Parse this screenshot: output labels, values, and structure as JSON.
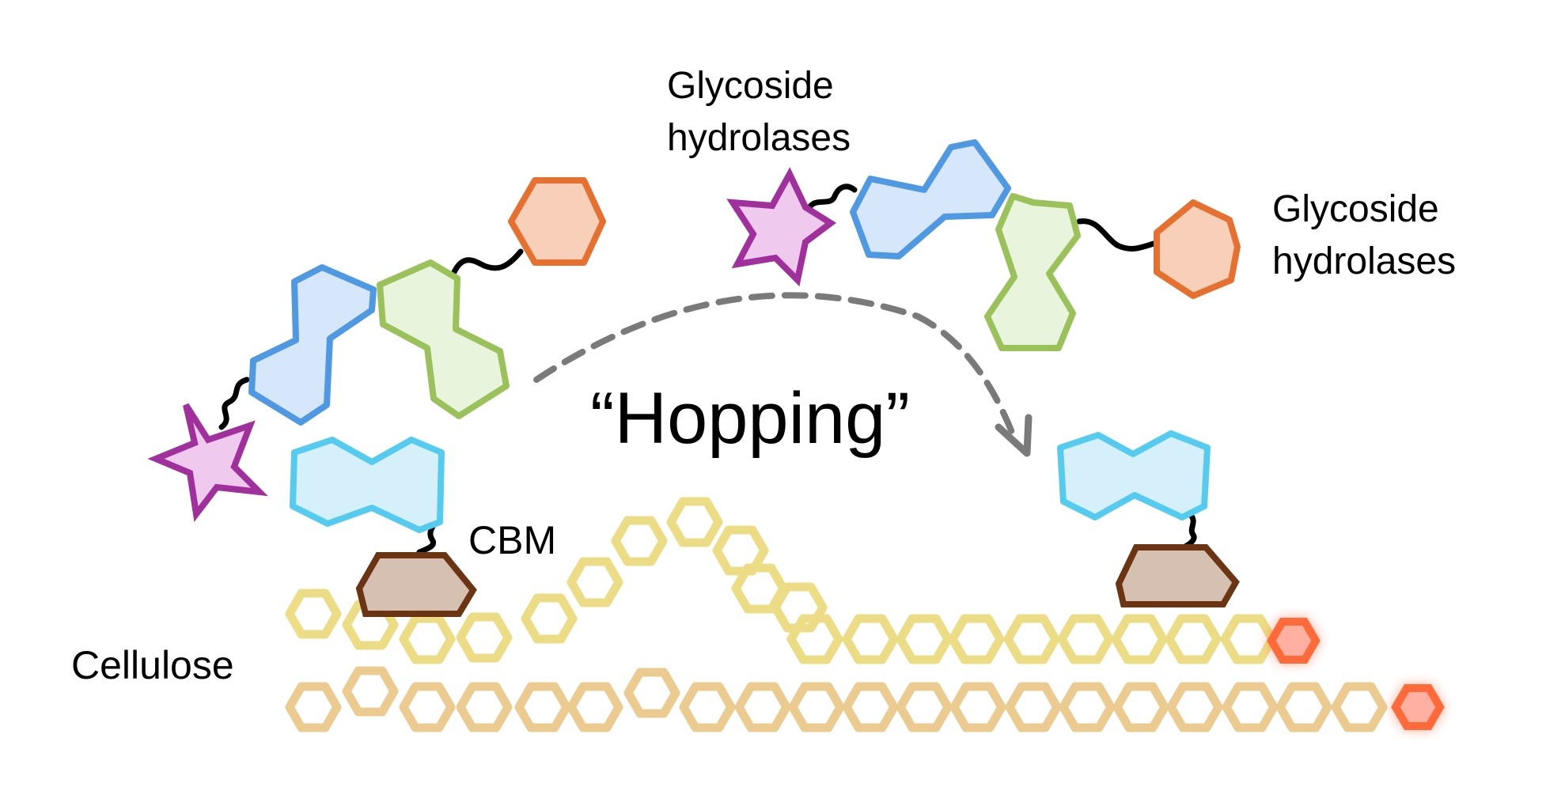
{
  "labels": {
    "glycoside_top": [
      "Glycoside",
      "hydrolases"
    ],
    "glycoside_right": [
      "Glycoside",
      "hydrolases"
    ],
    "hopping": "“Hopping”",
    "cbm": "CBM",
    "cellulose": "Cellulose"
  },
  "colors": {
    "star_stroke": "#a0309c",
    "star_fill": "#efc9ee",
    "blue_stroke": "#4f98e2",
    "blue_fill": "#d6e6fb",
    "green_stroke": "#9bc25a",
    "green_fill": "#e8f4dc",
    "orange_stroke": "#e6702f",
    "orange_fill": "#f8cfb8",
    "cbm_stroke": "#56cbf0",
    "cbm_fill": "#d6f0fb",
    "anchor_stroke": "#6b3413",
    "anchor_fill": "#d5c0b2",
    "cellulose_top": "#ebd772",
    "cellulose_bottom": "#e9c27e",
    "end_glow": "#ff6a3a",
    "arrow": "#7a7a7a"
  }
}
